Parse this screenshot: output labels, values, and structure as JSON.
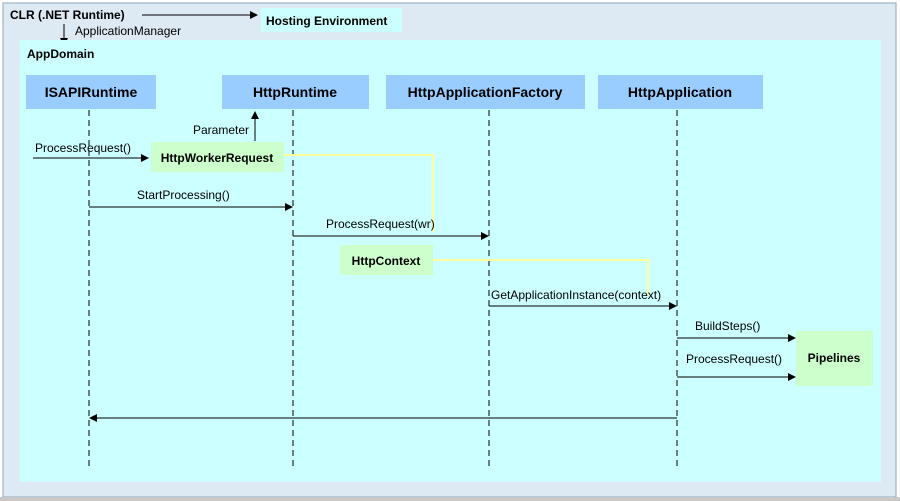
{
  "header": {
    "clr_label": "CLR (.NET Runtime)",
    "application_manager": "ApplicationManager",
    "hosting_environment": "Hosting Environment"
  },
  "appdomain": {
    "title": "AppDomain"
  },
  "lifelines": [
    {
      "id": "isapi",
      "label": "ISAPIRuntime"
    },
    {
      "id": "httpruntime",
      "label": "HttpRuntime"
    },
    {
      "id": "factory",
      "label": "HttpApplicationFactory"
    },
    {
      "id": "httpapp",
      "label": "HttpApplication"
    }
  ],
  "objects": {
    "worker_request": "HttpWorkerRequest",
    "http_context": "HttpContext",
    "pipelines": "Pipelines"
  },
  "messages": {
    "parameter": "Parameter",
    "process_request_in": "ProcessRequest()",
    "start_processing": "StartProcessing()",
    "process_request_wr": "ProcessRequest(wr)",
    "get_app_instance": "GetApplicationInstance(context)",
    "build_steps": "BuildSteps()",
    "process_request_pipe": "ProcessRequest()"
  },
  "colors": {
    "frame_bg": "#dde9f3",
    "appdomain_bg": "#ccffff",
    "lifeline_box": "#99ccff",
    "object_box": "#ccffcc",
    "connector": "#ffff99",
    "line": "#000000"
  }
}
